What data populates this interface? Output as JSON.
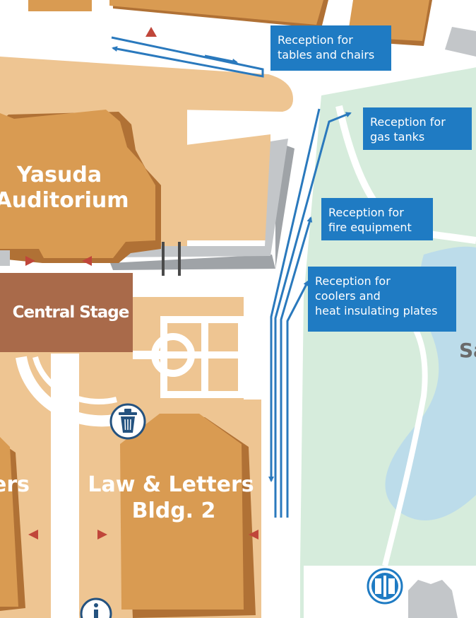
{
  "colors": {
    "building": "#d99b52",
    "building_shadow": "#b07135",
    "plaza": "#eec592",
    "walkway": "#ffffff",
    "stage": "#a96a4a",
    "green": "#d6ecdc",
    "water": "#bcdcea",
    "gray_structure": "#c3c6c9",
    "route_arrow": "#2a79bd",
    "callout_bg": "#1f7bc3",
    "entrance_marker": "#c0463a"
  },
  "buildings": {
    "yasuda": {
      "line1": "Yasuda",
      "line2": "Auditorium"
    },
    "central_stage": "Central Stage",
    "law_letters": {
      "line1": "Law & Letters",
      "line2": "Bldg. 2"
    },
    "left_partial": "ers",
    "right_partial": "Sa"
  },
  "callouts": {
    "tables_chairs": [
      "Reception for",
      "tables and chairs"
    ],
    "gas_tanks": [
      "Reception for",
      "gas tanks"
    ],
    "fire_equipment": [
      "Reception for",
      "fire equipment"
    ],
    "coolers": [
      "Reception for",
      "coolers and",
      "heat insulating plates"
    ]
  },
  "icons": {
    "trash": "trash-can-icon",
    "restroom": "restroom-icon",
    "info": "info-icon"
  }
}
